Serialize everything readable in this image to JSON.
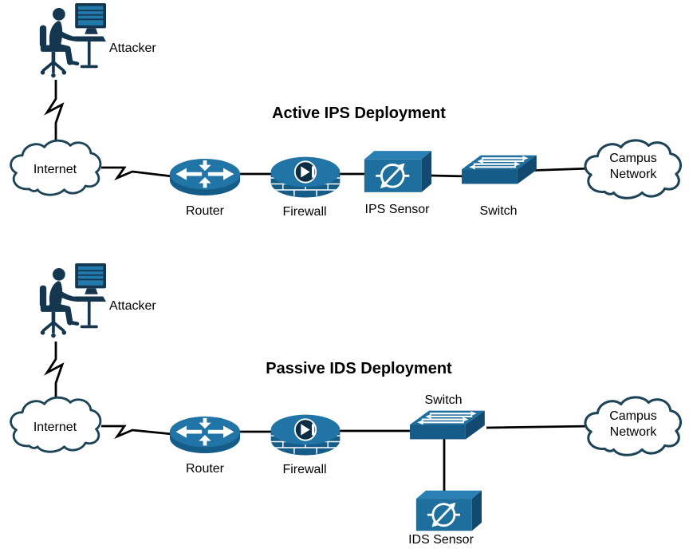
{
  "figure": {
    "background": "#FFFFFF",
    "kind": "network-security-deployment-diagram"
  },
  "colors": {
    "device_blue": "#1F6F9E",
    "device_blue_light": "#2A80B3",
    "device_blue_dark": "#12496E",
    "silhouette_navy": "#14374F",
    "firewall_badge_navy": "#0C2D44",
    "cloud_outline": "#1D4356",
    "connector_black": "#000000",
    "label_text": "#000000"
  },
  "icons": [
    "attacker-icon",
    "internet-cloud-icon",
    "router-icon",
    "firewall-icon",
    "ips-sensor-icon",
    "ids-sensor-icon",
    "switch-icon",
    "campus-cloud-icon"
  ],
  "diagrams": [
    {
      "title": "Active IPS Deployment",
      "attacker": "Attacker",
      "internet": "Internet",
      "router": "Router",
      "firewall": "Firewall",
      "sensor": "IPS Sensor",
      "switch": "Switch",
      "campus_line1": "Campus",
      "campus_line2": "Network"
    },
    {
      "title": "Passive IDS Deployment",
      "attacker": "Attacker",
      "internet": "Internet",
      "router": "Router",
      "firewall": "Firewall",
      "switch": "Switch",
      "sensor": "IDS Sensor",
      "campus_line1": "Campus",
      "campus_line2": "Network"
    }
  ]
}
